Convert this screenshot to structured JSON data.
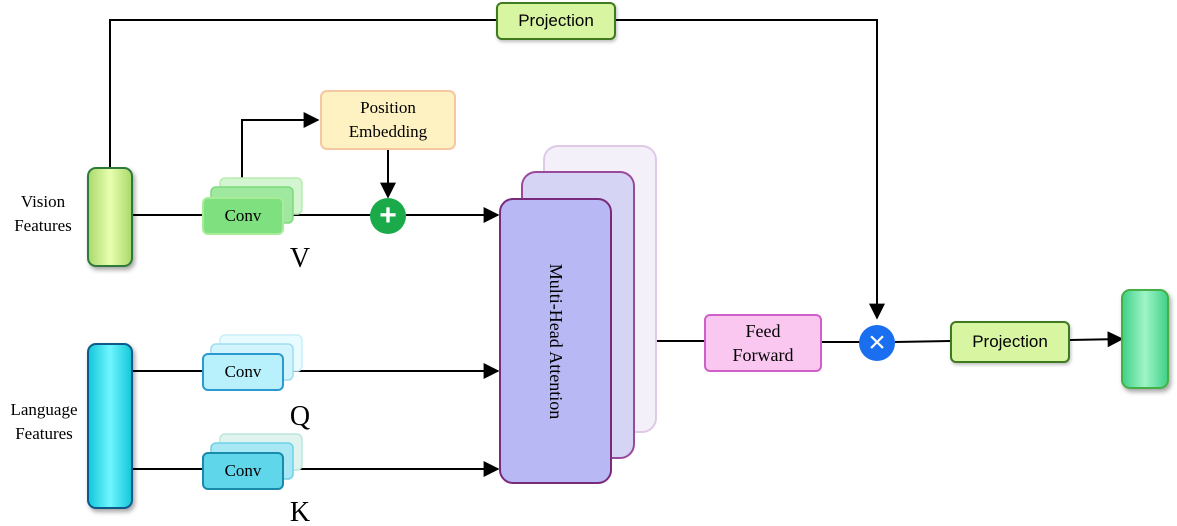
{
  "labels": {
    "vision_features": "Vision\nFeatures",
    "language_features": "Language\nFeatures",
    "v": "V",
    "q": "Q",
    "k": "K"
  },
  "blocks": {
    "projection_top": "Projection",
    "position_embedding": "Position\nEmbedding",
    "conv_v": "Conv",
    "conv_q": "Conv",
    "conv_k": "Conv",
    "multi_head_attention": "Multi-Head Attention",
    "feed_forward": "Feed\nForward",
    "projection_right": "Projection"
  },
  "operators": {
    "add": "+",
    "multiply": "×"
  },
  "colors": {
    "projection_fill": "#d8f5a2",
    "projection_border": "#3f7a1e",
    "position_embedding_fill": "#fff2c2",
    "position_embedding_border": "#f4c7a0",
    "conv_v_fill": "#7ee07e",
    "conv_q_fill": "#b8f0fb",
    "attention_fill": "#b8b8f5",
    "attention_border": "#7a2a7a",
    "feed_forward_fill": "#f9c7f0",
    "feed_forward_border": "#d060c8",
    "add_circle": "#1aaa4a",
    "multiply_circle": "#1a6ef0",
    "vision_bar": "#c8f07a",
    "language_bar": "#33e0e8",
    "output_bar": "#5ee0a0"
  }
}
